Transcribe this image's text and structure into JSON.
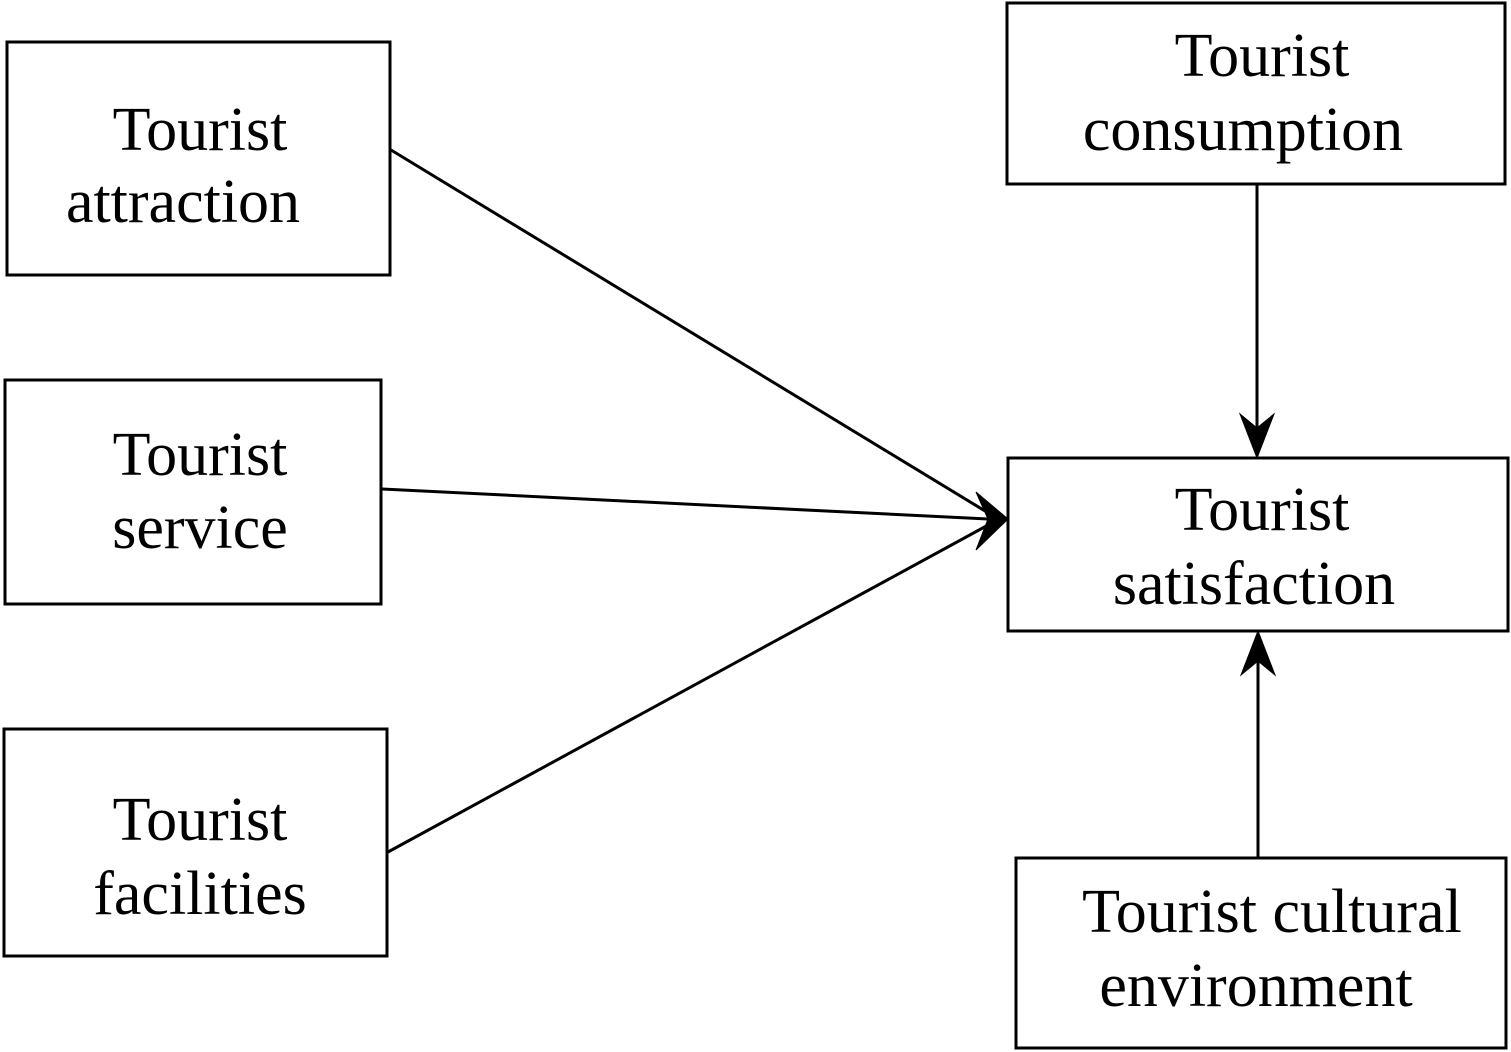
{
  "diagram": {
    "nodes": {
      "attraction": {
        "line1": "Tourist",
        "line2": "attraction"
      },
      "service": {
        "line1": "Tourist",
        "line2": "service"
      },
      "facilities": {
        "line1": "Tourist",
        "line2": "facilities"
      },
      "consumption": {
        "line1": "Tourist",
        "line2": "consumption"
      },
      "satisfaction": {
        "line1": "Tourist",
        "line2": "satisfaction"
      },
      "cultural_environment": {
        "line1": "Tourist cultural",
        "line2": "environment"
      }
    },
    "edges": [
      {
        "from": "attraction",
        "to": "satisfaction"
      },
      {
        "from": "service",
        "to": "satisfaction"
      },
      {
        "from": "facilities",
        "to": "satisfaction"
      },
      {
        "from": "consumption",
        "to": "satisfaction"
      },
      {
        "from": "cultural_environment",
        "to": "satisfaction"
      }
    ]
  }
}
